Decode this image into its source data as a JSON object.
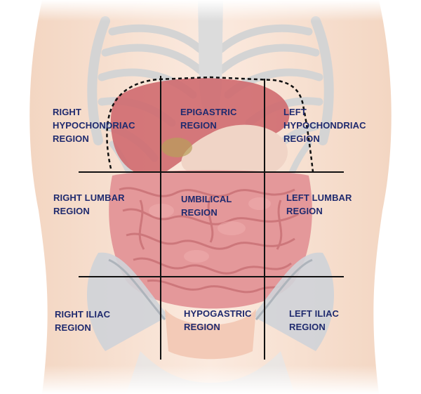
{
  "diagram": {
    "regions": [
      {
        "id": "right-hypochondriac",
        "text": "RIGHT\nHYPOCHONDRIAC\nREGION"
      },
      {
        "id": "epigastric",
        "text": "EPIGASTRIC\nREGION"
      },
      {
        "id": "left-hypochondriac",
        "text": "LEFT\nHYPOCHONDRIAC\nREGION"
      },
      {
        "id": "right-lumbar",
        "text": "RIGHT LUMBAR\nREGION"
      },
      {
        "id": "umbilical",
        "text": "UMBILICAL\nREGION"
      },
      {
        "id": "left-lumbar",
        "text": "LEFT LUMBAR\nREGION"
      },
      {
        "id": "right-iliac",
        "text": "RIGHT ILIAC\nREGION"
      },
      {
        "id": "hypogastric",
        "text": "HYPOGASTRIC\nREGION"
      },
      {
        "id": "left-iliac",
        "text": "LEFT ILIAC\nREGION"
      }
    ],
    "colors": {
      "label": "#1f2a6e",
      "skin": "#f7e3d4",
      "bone": "#d9d9d9",
      "organ": "#d8747a",
      "intestine": "#e79a9c",
      "grid_line": "#111111"
    }
  }
}
